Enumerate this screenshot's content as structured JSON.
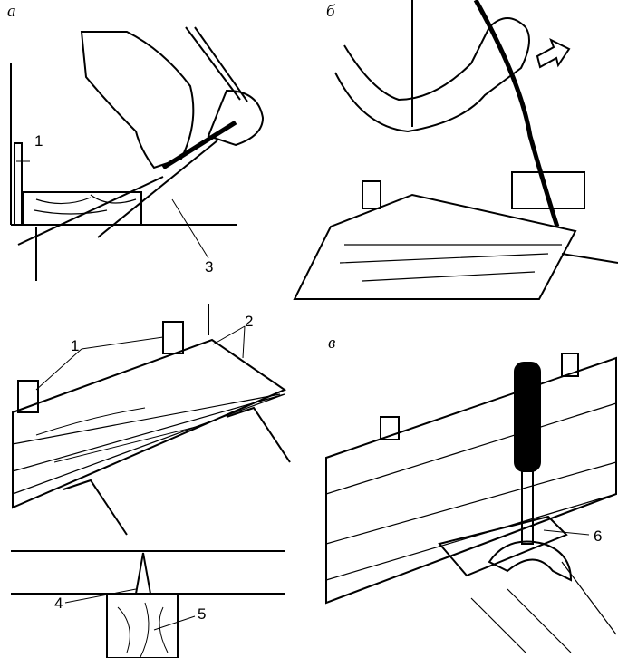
{
  "panels": {
    "a": "а",
    "b": "б",
    "v": "в"
  },
  "callouts": {
    "c1_top": "1",
    "c3": "3",
    "c1_mid": "1",
    "c2": "2",
    "c4": "4",
    "c5": "5",
    "c6": "6"
  },
  "colors": {
    "ink": "#000000",
    "paper": "#ffffff"
  }
}
